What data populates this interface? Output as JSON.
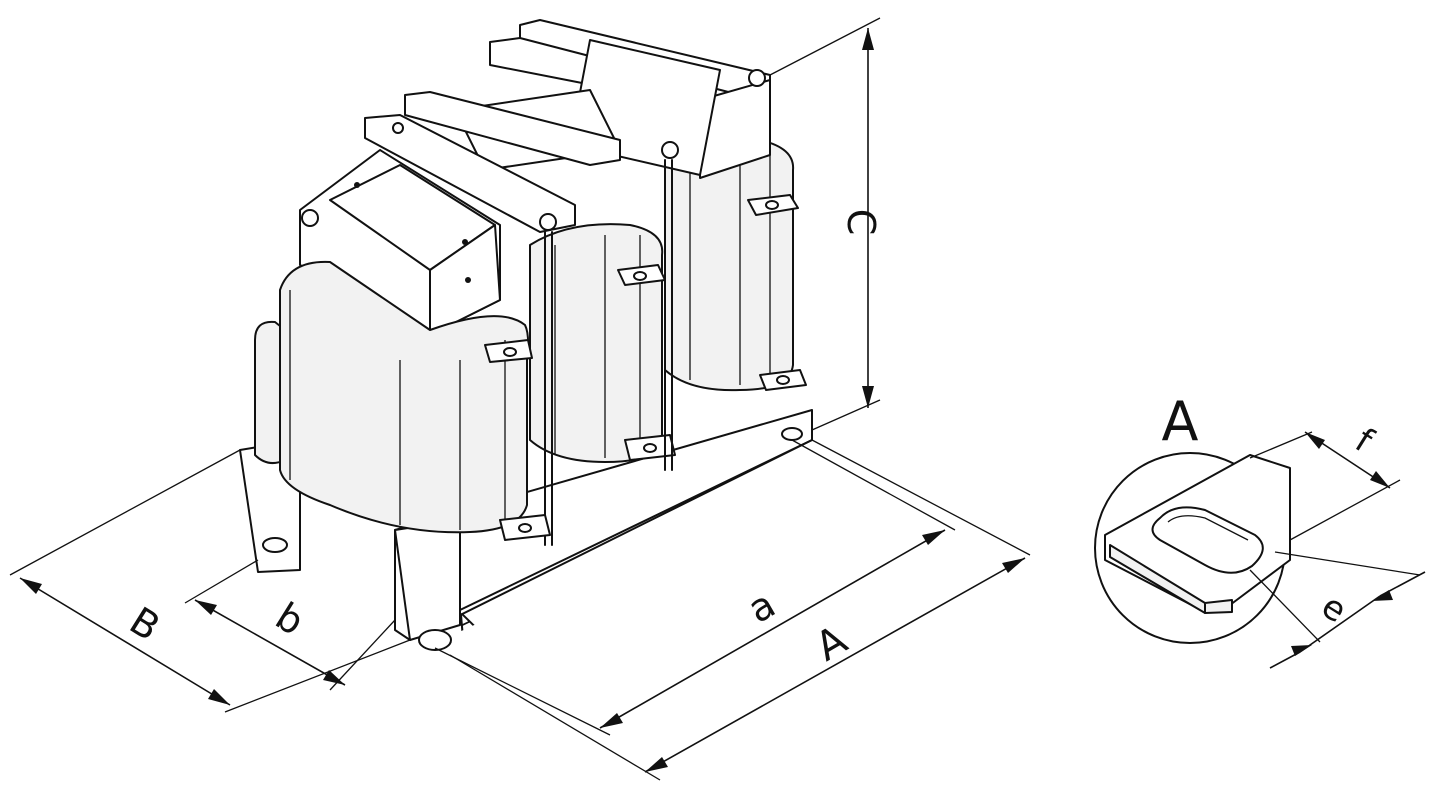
{
  "labels": {
    "height": "C",
    "depth_outer": "B",
    "depth_inner": "b",
    "width_outer": "A",
    "width_inner": "a",
    "detail_marker": "A",
    "detail_title": "A",
    "slot_width": "f",
    "slot_depth": "e"
  }
}
